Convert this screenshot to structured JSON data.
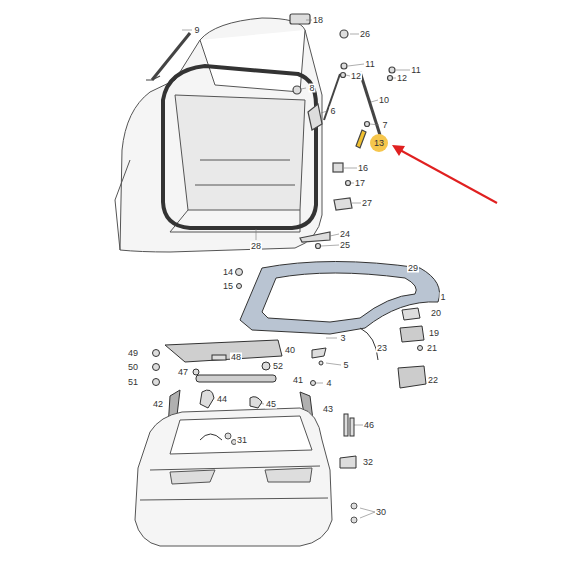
{
  "diagram": {
    "nodes": [
      {
        "text": [
          "13"
        ]
      }
    ],
    "edges": [],
    "labels": [
      "9",
      "18",
      "26",
      "11",
      "12",
      "11",
      "12",
      "8",
      "10",
      "6",
      "7",
      "16",
      "17",
      "27",
      "24",
      "25",
      "28",
      "14",
      "29",
      "15",
      "1",
      "20",
      "19",
      "21",
      "49",
      "48",
      "40",
      "3",
      "23",
      "47",
      "52",
      "50",
      "5",
      "41",
      "51",
      "4",
      "22",
      "42",
      "44",
      "45",
      "43",
      "31",
      "46",
      "32",
      "30"
    ]
  }
}
